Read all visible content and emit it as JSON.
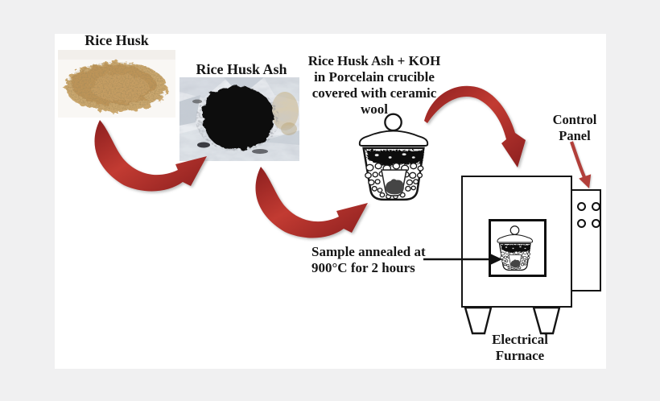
{
  "labels": {
    "rice_husk": "Rice Husk",
    "rice_husk_ash": "Rice Husk Ash",
    "caption_line1": "Rice Husk Ash + KOH",
    "caption_line2": "in Porcelain crucible",
    "caption_line3": "covered with ceramic",
    "caption_line4": "wool",
    "control_line1": "Control",
    "control_line2": "Panel",
    "anneal_line1": "Sample annealed at",
    "anneal_line2": "900°C for 2 hours",
    "furnace_line1": "Electrical",
    "furnace_line2": "Furnace"
  },
  "colors": {
    "background": "#f0f0f1",
    "paper": "#ffffff",
    "outline": "#141414",
    "text": "#161616",
    "arrow_red": "#b23030",
    "arrow_red_dark": "#8c1f1f",
    "rice_husk_tan": "#c7a269",
    "ash_black": "#0b0b0b"
  },
  "icons": {
    "flow_arrow_1": "curved-arrow-husk-to-ash",
    "flow_arrow_2": "curved-arrow-ash-to-crucible",
    "flow_arrow_3": "curved-arrow-crucible-to-furnace",
    "control_panel_pointer": "thin-red-arrow",
    "sample_pointer": "black-straight-arrow",
    "crucible": "lidded-porcelain-crucible-with-ceramic-wool",
    "furnace": "electrical-furnace-with-viewing-window-and-knobs"
  }
}
